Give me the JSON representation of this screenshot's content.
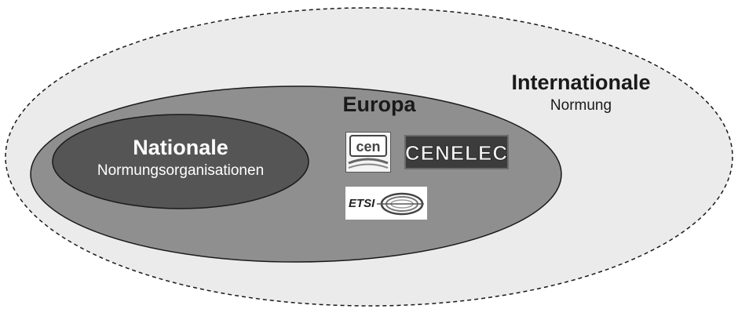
{
  "international": {
    "title": "Internationale",
    "subtitle": "Normung"
  },
  "europe": {
    "title": "Europa",
    "logos": [
      {
        "name": "CEN",
        "icon": "cen-logo"
      },
      {
        "name": "CENELEC",
        "icon": "cenelec-logo"
      },
      {
        "name": "ETSI",
        "icon": "etsi-logo"
      }
    ]
  },
  "national": {
    "title": "Nationale",
    "subtitle": "Normungsorganisationen"
  },
  "colors": {
    "outer_fill": "#ebebeb",
    "middle_fill": "#8f8f8f",
    "inner_fill": "#555555",
    "outline": "#1a1a1a"
  }
}
